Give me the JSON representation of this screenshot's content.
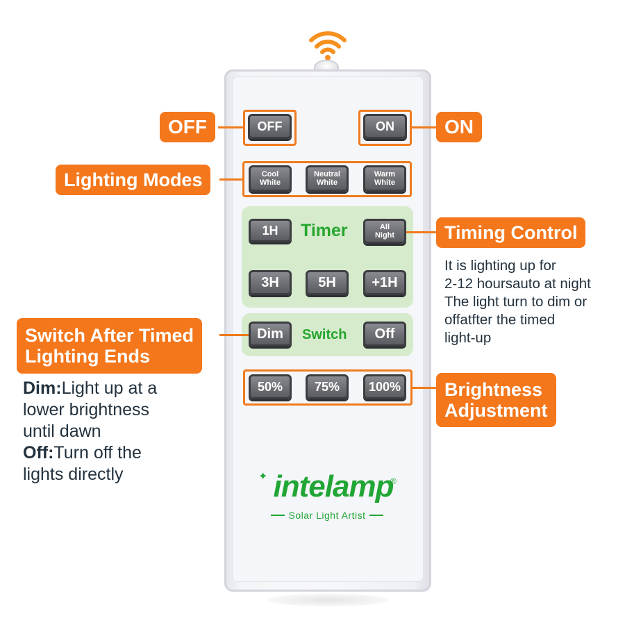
{
  "remote": {
    "buttons": {
      "off": "OFF",
      "on": "ON",
      "cool_white": "Cool\nWhite",
      "neutral_white": "Neutral\nWhite",
      "warm_white": "Warm\nWhite",
      "timer_1h": "1H",
      "all_night": "All\nNight",
      "timer_3h": "3H",
      "timer_5h": "5H",
      "timer_plus_1h": "+1H",
      "dim": "Dim",
      "switch_off": "Off",
      "brightness_50": "50%",
      "brightness_75": "75%",
      "brightness_100": "100%"
    },
    "timer_label": "Timer",
    "switch_label": "Switch",
    "brand": {
      "name": "intelamp",
      "registered": "®",
      "tagline": "Solar Light Artist"
    }
  },
  "callouts": {
    "off": "OFF",
    "on": "ON",
    "lighting_modes": "Lighting Modes",
    "timing_control": "Timing Control",
    "switch_after": "Switch After Timed\nLighting Ends",
    "brightness": "Brightness\nAdjustment"
  },
  "descriptions": {
    "timing": [
      "It is lighting up for",
      "2-12 hoursauto at night",
      "The light turn to dim or",
      "offatfter the timed",
      "light-up"
    ],
    "dim_term": "Dim",
    "dim_text_1": "Light up at a",
    "dim_text_2": "lower brightness",
    "dim_text_3": "until dawn",
    "off_term": "Off",
    "off_text_1": "Turn off the",
    "off_text_2": "lights directly"
  },
  "colors": {
    "accent_orange": "#f4771c",
    "brand_green": "#21a635",
    "panel_green": "#d5ebcc",
    "button_gray": "#6e6f74"
  },
  "icons": [
    "wifi-signal-icon",
    "sparkle-icon"
  ]
}
